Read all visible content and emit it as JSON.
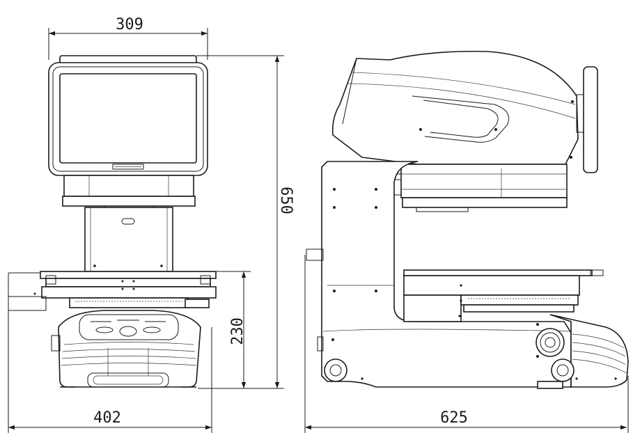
{
  "dimensions": {
    "front_width": "309",
    "front_height": "650",
    "front_base_height": "230",
    "front_base_width": "402",
    "side_depth": "625"
  }
}
